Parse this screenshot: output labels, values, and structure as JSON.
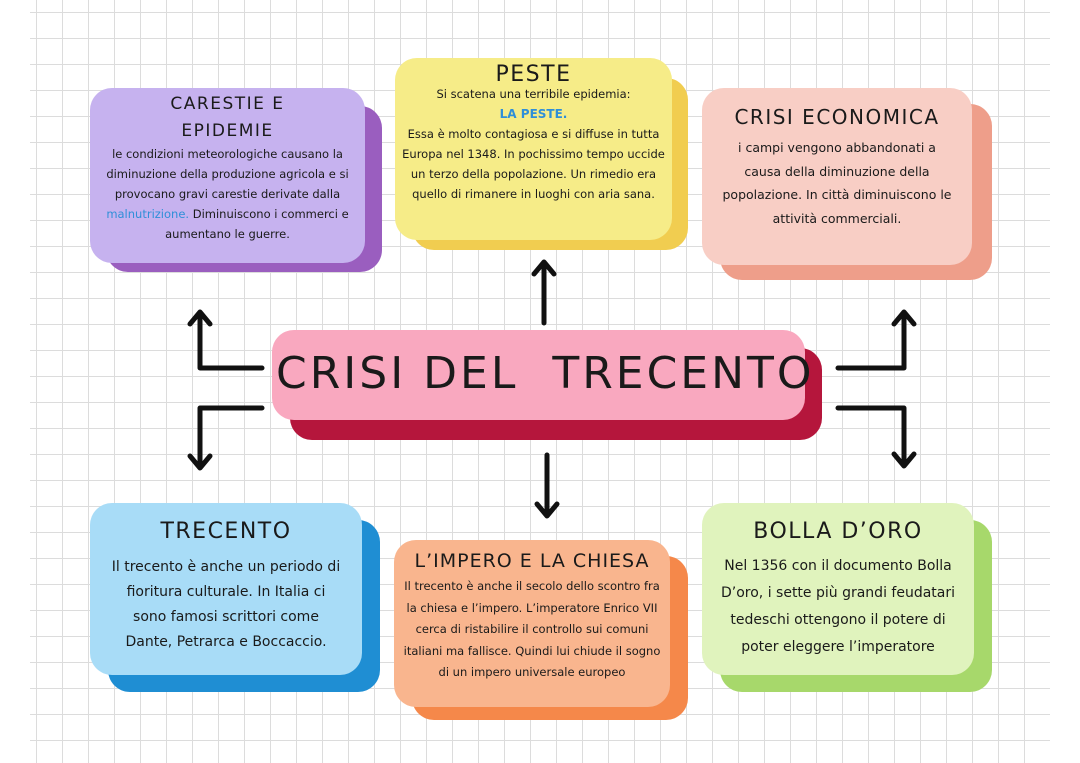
{
  "center": {
    "title": "CRISI DEL  TRECENTO",
    "color": "#f9a8bf",
    "shadow": "#b5163c"
  },
  "nodes": {
    "carestie": {
      "title_line1": "CARESTIE E",
      "title_line2": "EPIDEMIE",
      "text_before": "le condizioni meteorologiche causano  la diminuzione della produzione agricola e si provocano gravi carestie derivate dalla ",
      "highlight": "malnutrizione.",
      "text_after": " Diminuiscono i commerci e aumentano le guerre.",
      "color": "#c6b2ef",
      "shadow": "#9a5ebf"
    },
    "peste": {
      "title": "PESTE",
      "line1": "Si scatena una terribile epidemia:",
      "highlight": "LA PESTE.",
      "text": "Essa è  molto contagiosa e si diffuse in tutta Europa nel 1348. In pochissimo tempo uccide un terzo della popolazione. Un rimedio era quello di rimanere in luoghi con aria sana.",
      "color": "#f6ec88",
      "shadow": "#f1cd50"
    },
    "crisi_economica": {
      "title": "CRISI ECONOMICA",
      "text": "i campi vengono abbandonati a causa della diminuzione  della popolazione. In città diminuiscono le attività commerciali.",
      "color": "#f8cec5",
      "shadow": "#ee9e8a"
    },
    "trecento": {
      "title": "TRECENTO",
      "text": "Il trecento è anche un periodo di fioritura culturale. In Italia ci sono famosi scrittori come Dante, Petrarca e Boccaccio.",
      "color": "#a8dcf7",
      "shadow": "#1f8ed3"
    },
    "impero": {
      "title": "L’IMPERO E LA CHIESA",
      "text": "Il trecento è anche il secolo dello scontro fra la chiesa e l’impero. L’imperatore Enrico VII  cerca di ristabilire il controllo sui comuni italiani ma fallisce. Quindi lui chiude il sogno di un impero universale europeo",
      "color": "#f9b58e",
      "shadow": "#f5884a"
    },
    "bolla": {
      "title": "BOLLA D’ORO",
      "text": "Nel 1356 con il documento Bolla D’oro, i sette più grandi feudatari tedeschi ottengono il potere di poter eleggere l’imperatore",
      "color": "#e0f3bd",
      "shadow": "#a7d86b"
    }
  }
}
